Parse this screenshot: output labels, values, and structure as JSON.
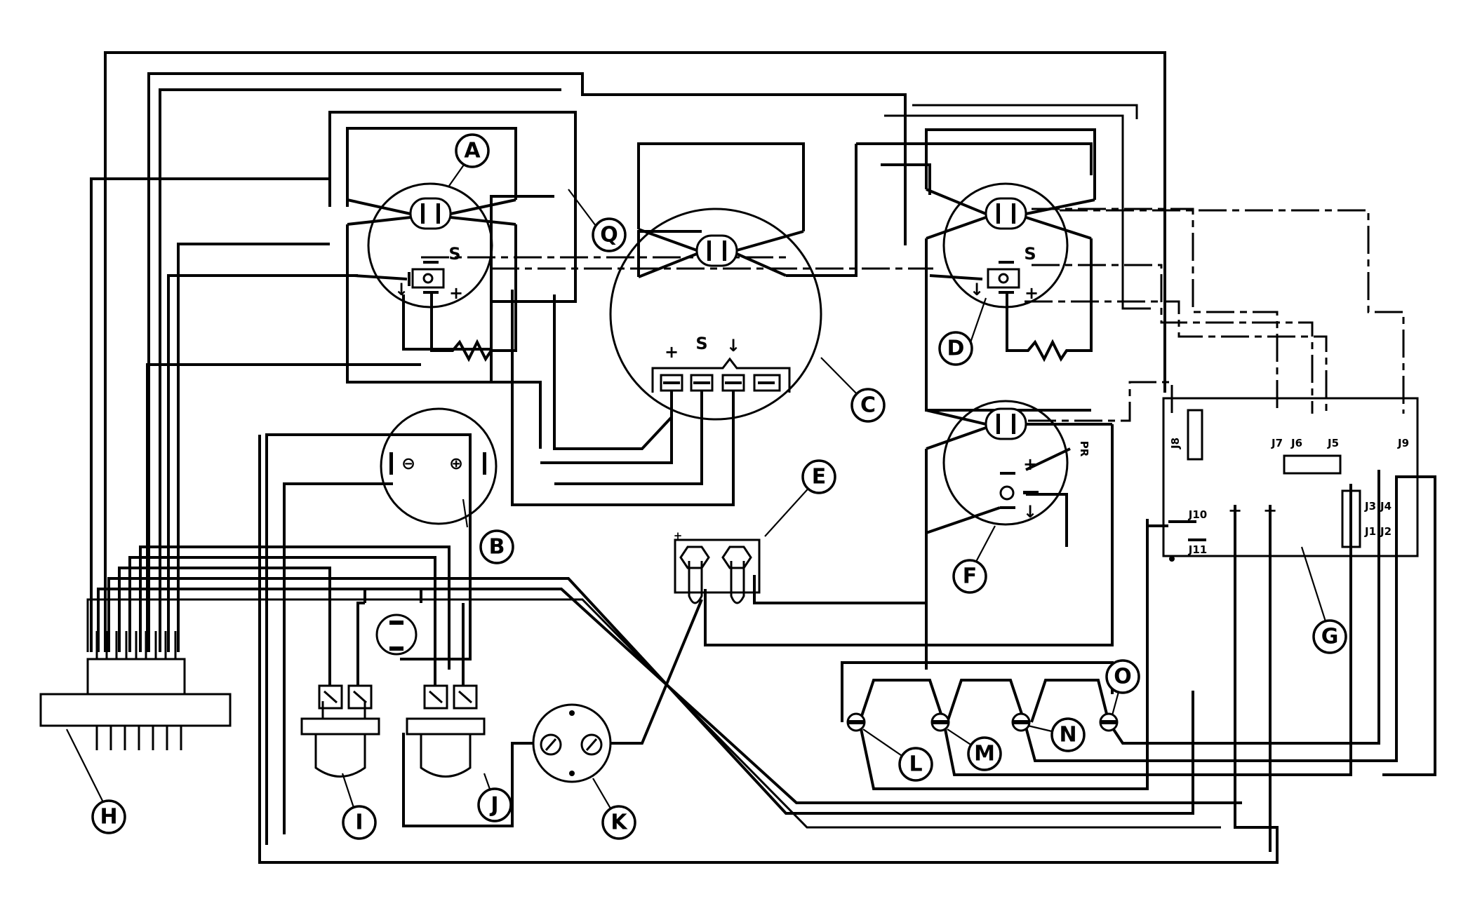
{
  "callouts": [
    {
      "id": "A",
      "label": "A"
    },
    {
      "id": "B",
      "label": "B"
    },
    {
      "id": "C",
      "label": "C"
    },
    {
      "id": "D",
      "label": "D"
    },
    {
      "id": "E",
      "label": "E"
    },
    {
      "id": "F",
      "label": "F"
    },
    {
      "id": "G",
      "label": "G"
    },
    {
      "id": "H",
      "label": "H"
    },
    {
      "id": "I",
      "label": "I"
    },
    {
      "id": "J",
      "label": "J"
    },
    {
      "id": "K",
      "label": "K"
    },
    {
      "id": "L",
      "label": "L"
    },
    {
      "id": "M",
      "label": "M"
    },
    {
      "id": "N",
      "label": "N"
    },
    {
      "id": "O",
      "label": "O"
    },
    {
      "id": "Q",
      "label": "Q"
    }
  ],
  "terminal_marks": {
    "plus": "+",
    "s": "S",
    "ground": "↓",
    "minus": "−"
  },
  "pcb_labels": {
    "j1": "J1",
    "j2": "J2",
    "j3": "J3",
    "j4": "J4",
    "j5": "J5",
    "j6": "J6",
    "j7": "J7",
    "j8": "J8",
    "j9": "J9",
    "j10": "J10",
    "j11": "J11",
    "minus": "−",
    "plus": "+"
  },
  "misc_labels": {
    "relay_f_tag": "PR",
    "pushbutton_b_minus": "⊖",
    "pushbutton_b_plus": "⊕"
  }
}
